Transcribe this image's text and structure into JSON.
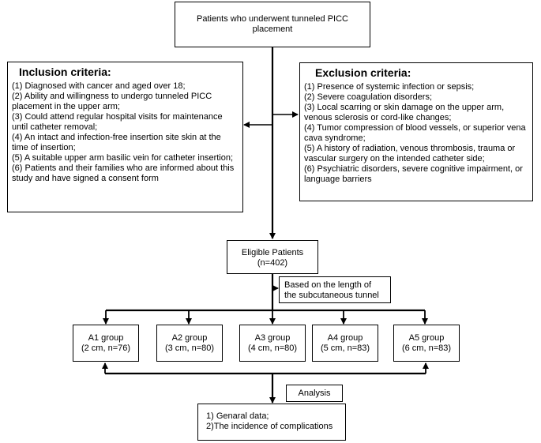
{
  "start": {
    "line1": "Patients who underwent tunneled PICC",
    "line2": "placement"
  },
  "inclusion": {
    "title": "Inclusion criteria:",
    "items": [
      "(1) Diagnosed with cancer and aged over 18;",
      "(2) Ability and willingness to undergo tunneled PICC placement in the upper arm;",
      "(3) Could attend regular hospital visits for maintenance until catheter removal;",
      "(4) An intact and infection-free insertion site skin at the time of insertion;",
      "(5) A suitable upper arm basilic vein for catheter insertion;",
      "(6) Patients and their families who are informed about this study and have signed a consent form"
    ]
  },
  "exclusion": {
    "title": "Exclusion criteria:",
    "items": [
      "(1) Presence of systemic infection or sepsis;",
      "(2) Severe coagulation disorders;",
      "(3) Local scarring or skin damage on the upper arm, venous sclerosis or cord-like changes;",
      "(4) Tumor compression of blood vessels, or superior vena cava syndrome;",
      "(5) A history of radiation, venous thrombosis, trauma or vascular surgery on the intended catheter side;",
      "(6) Psychiatric disorders, severe cognitive impairment, or language barriers"
    ]
  },
  "eligible": {
    "line1": "Eligible Patients",
    "line2": "(n=402)"
  },
  "grouping_note": {
    "line1": "Based on the length of",
    "line2": "the subcutaneous tunnel"
  },
  "groups": [
    {
      "name": "A1 group",
      "detail": "(2 cm, n=76)"
    },
    {
      "name": "A2 group",
      "detail": "(3 cm, n=80)"
    },
    {
      "name": "A3 group",
      "detail": "(4 cm, n=80)"
    },
    {
      "name": "A4 group",
      "detail": "(5 cm, n=83)"
    },
    {
      "name": "A5 group",
      "detail": "(6 cm, n=83)"
    }
  ],
  "analysis": {
    "label": "Analysis"
  },
  "outcomes": {
    "line1": "1) Genaral data;",
    "line2": "2)The incidence of complications"
  }
}
